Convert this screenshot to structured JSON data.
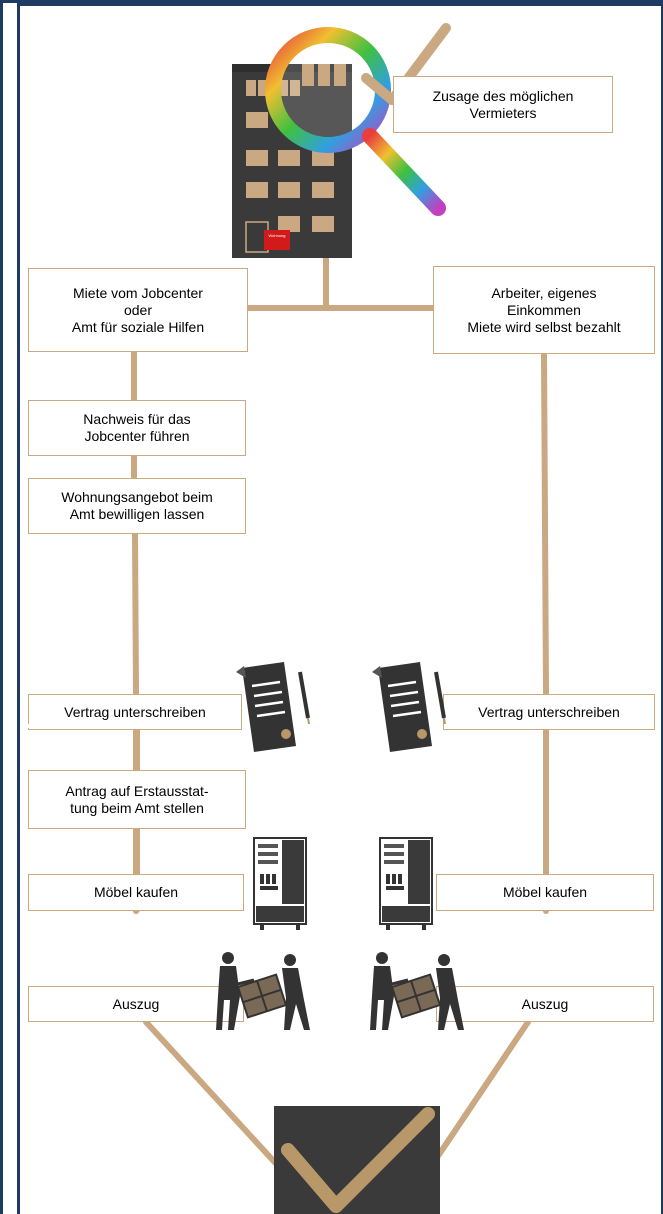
{
  "diagram": {
    "top_box": "Zusage des möglichen\nVermieters",
    "sign_text": "Wohnung\nzu\nvermieten",
    "left_branch": {
      "header": "Miete vom Jobcenter\noder\nAmt für soziale Hilfen",
      "step_proof": "Nachweis für das\nJobcenter führen",
      "step_approval": "Wohnungsangebot beim\nAmt bewilligen lassen",
      "step_contract": "Vertrag unterschreiben",
      "step_furnishing": "Antrag auf Erstausstat-\ntung beim Amt stellen",
      "step_furniture": "Möbel kaufen",
      "step_move": "Auszug"
    },
    "right_branch": {
      "header": "Arbeiter, eigenes\nEinkommen\nMiete wird selbst bezahlt",
      "step_contract": "Vertrag unterschreiben",
      "step_furniture": "Möbel kaufen",
      "step_move": "Auszug"
    },
    "colors": {
      "connector": "#c9a882",
      "border": "#1f3a63",
      "building": "#3a3a3a",
      "window": "#c9a882",
      "final_box": "#3a3a3a",
      "checkmark": "#b89868"
    }
  }
}
